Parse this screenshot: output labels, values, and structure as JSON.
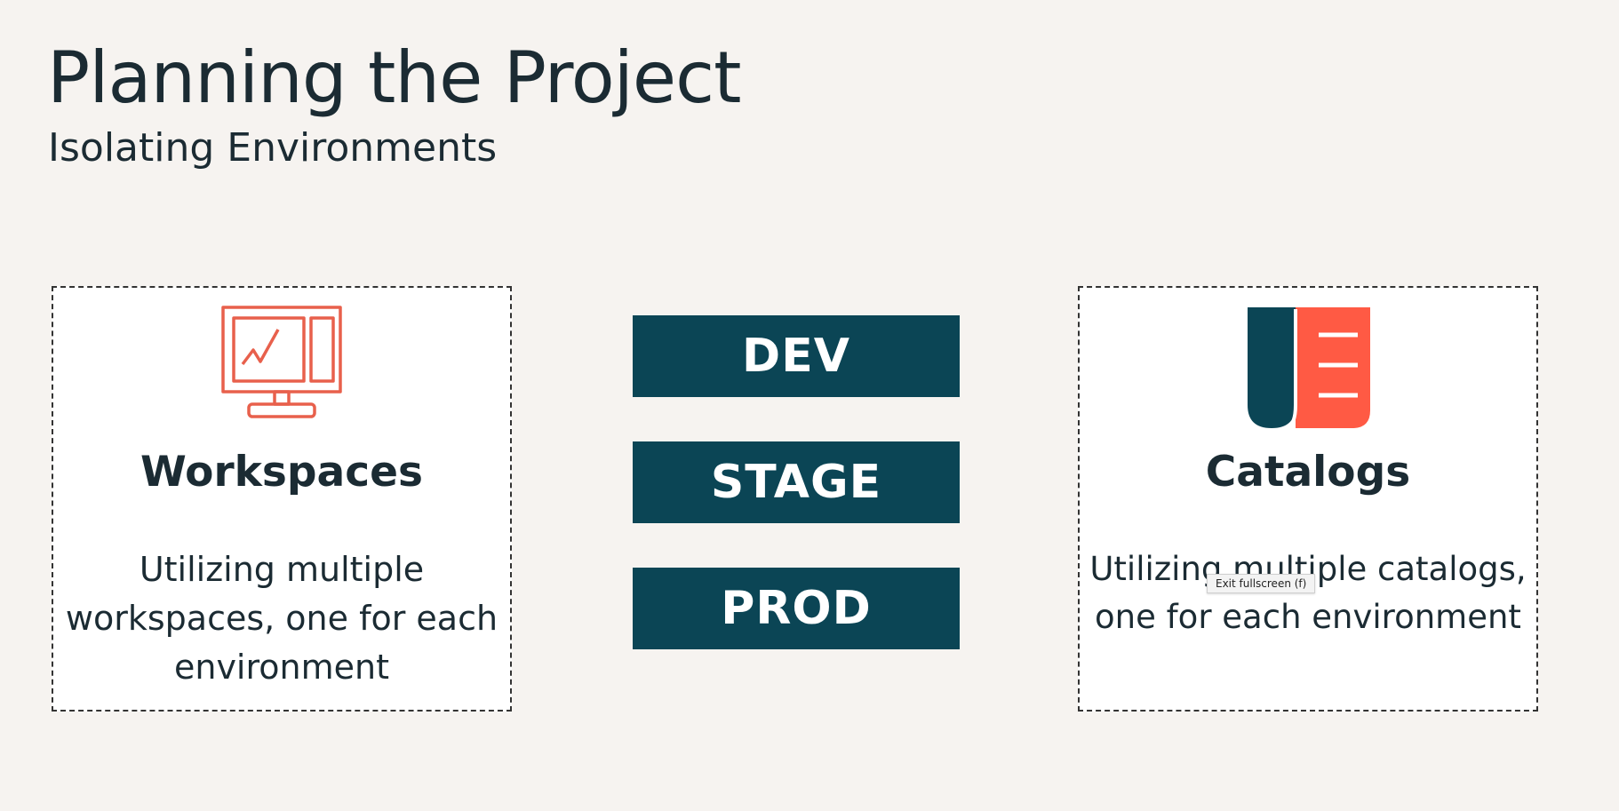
{
  "slide": {
    "title": "Planning the Project",
    "subtitle": "Isolating Environments"
  },
  "cards": {
    "workspaces": {
      "icon": "monitor-chart-icon",
      "title": "Workspaces",
      "description": "Utilizing multiple workspaces, one for each environment"
    },
    "catalogs": {
      "icon": "catalog-book-icon",
      "title": "Catalogs",
      "description": "Utilizing multiple catalogs, one for each environment"
    }
  },
  "environments": {
    "dev": "DEV",
    "stage": "STAGE",
    "prod": "PROD"
  },
  "tooltip": {
    "text": "Exit fullscreen (f)"
  },
  "colors": {
    "background": "#F6F3F0",
    "text": "#1B2B33",
    "env_fill": "#0B4555",
    "accent": "#FF5A44",
    "icon_outline": "#E8604C"
  }
}
